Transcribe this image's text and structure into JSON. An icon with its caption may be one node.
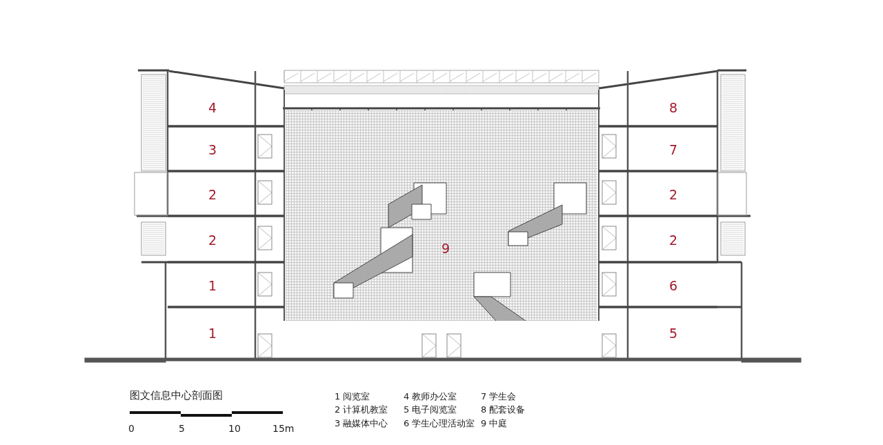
{
  "diagram": {
    "title": "图文信息中心剖面图",
    "nodes": [
      {
        "text": [
          "4"
        ]
      },
      {
        "text": [
          "3"
        ]
      },
      {
        "text": [
          "2"
        ]
      },
      {
        "text": [
          "2"
        ]
      },
      {
        "text": [
          "1"
        ]
      },
      {
        "text": [
          "1"
        ]
      },
      {
        "text": [
          "9"
        ]
      },
      {
        "text": [
          "8"
        ]
      },
      {
        "text": [
          "7"
        ]
      },
      {
        "text": [
          "2"
        ]
      },
      {
        "text": [
          "2"
        ]
      },
      {
        "text": [
          "6"
        ]
      },
      {
        "text": [
          "5"
        ]
      }
    ],
    "labels": [
      "1 阅览室",
      "4 教师办公室",
      "7 学生会",
      "2 计算机教室",
      "5 电子阅览室",
      "8 配套设备",
      "3 融媒体中心",
      "6 学生心理活动室",
      "9 中庭",
      "0",
      "5",
      "10",
      "15m"
    ]
  }
}
